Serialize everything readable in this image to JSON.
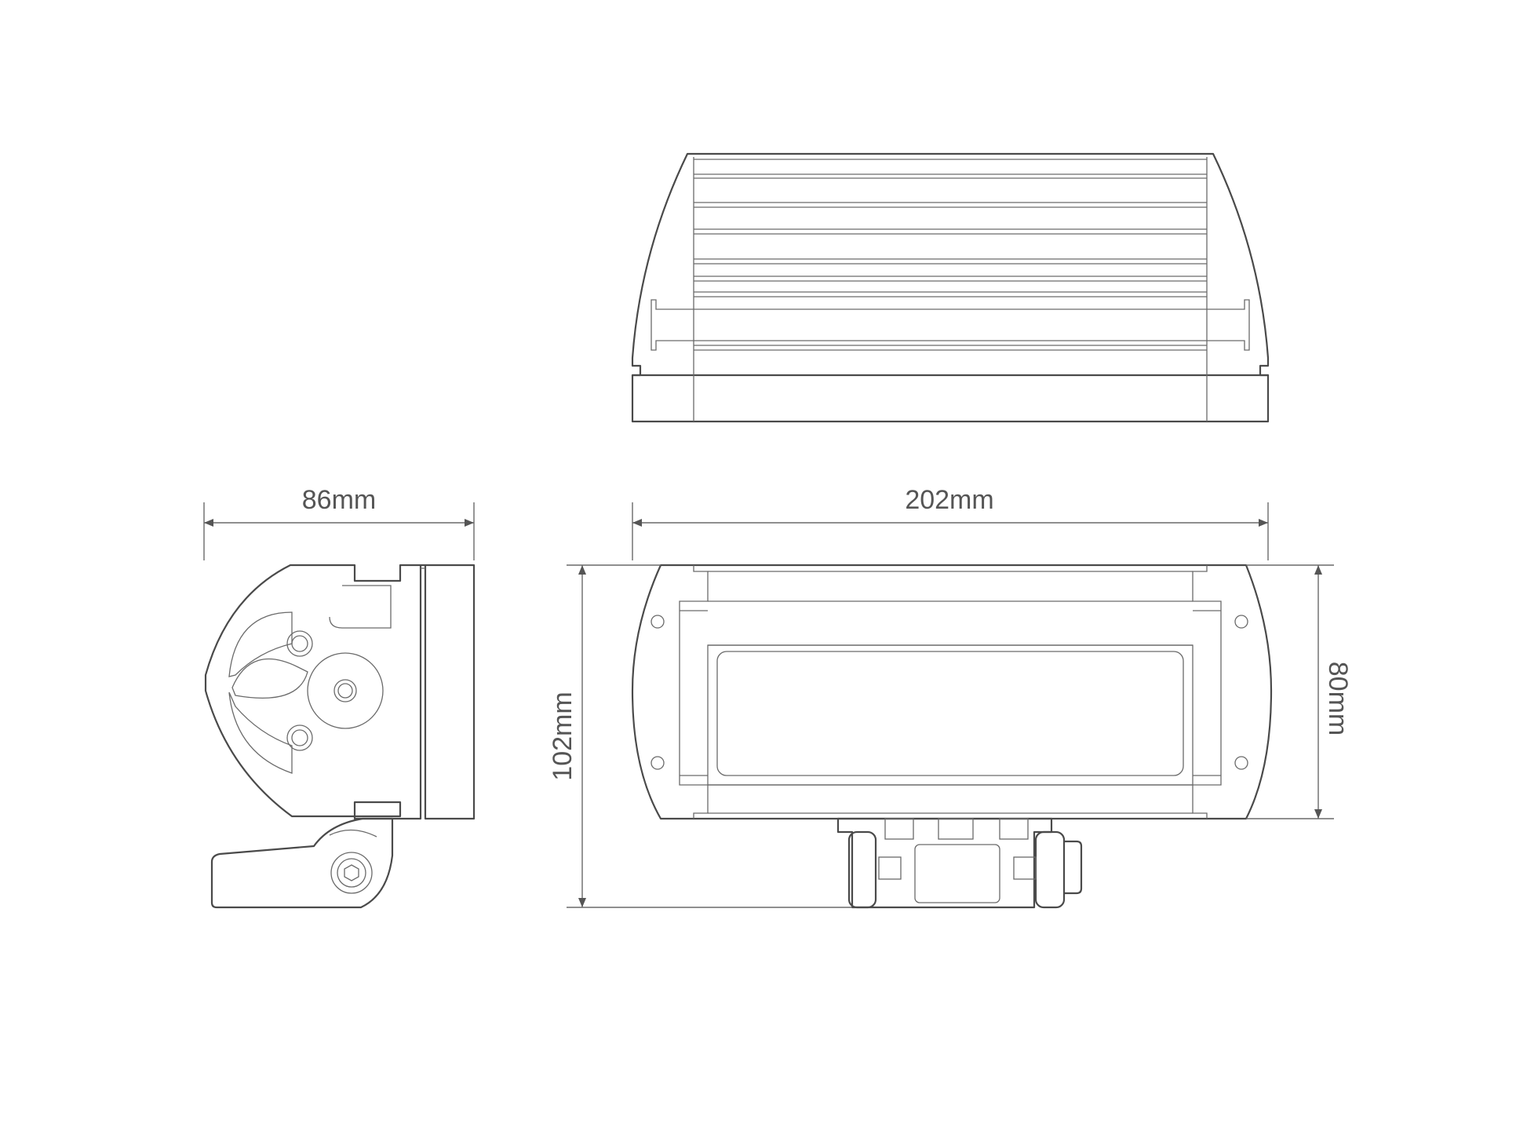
{
  "dimensions": {
    "side_width": "86mm",
    "front_width": "202mm",
    "total_height": "102mm",
    "body_height": "80mm"
  },
  "colors": {
    "line": "#4a4a4a",
    "dimension": "#6a6a6a",
    "text": "#555555",
    "background": "#ffffff"
  }
}
